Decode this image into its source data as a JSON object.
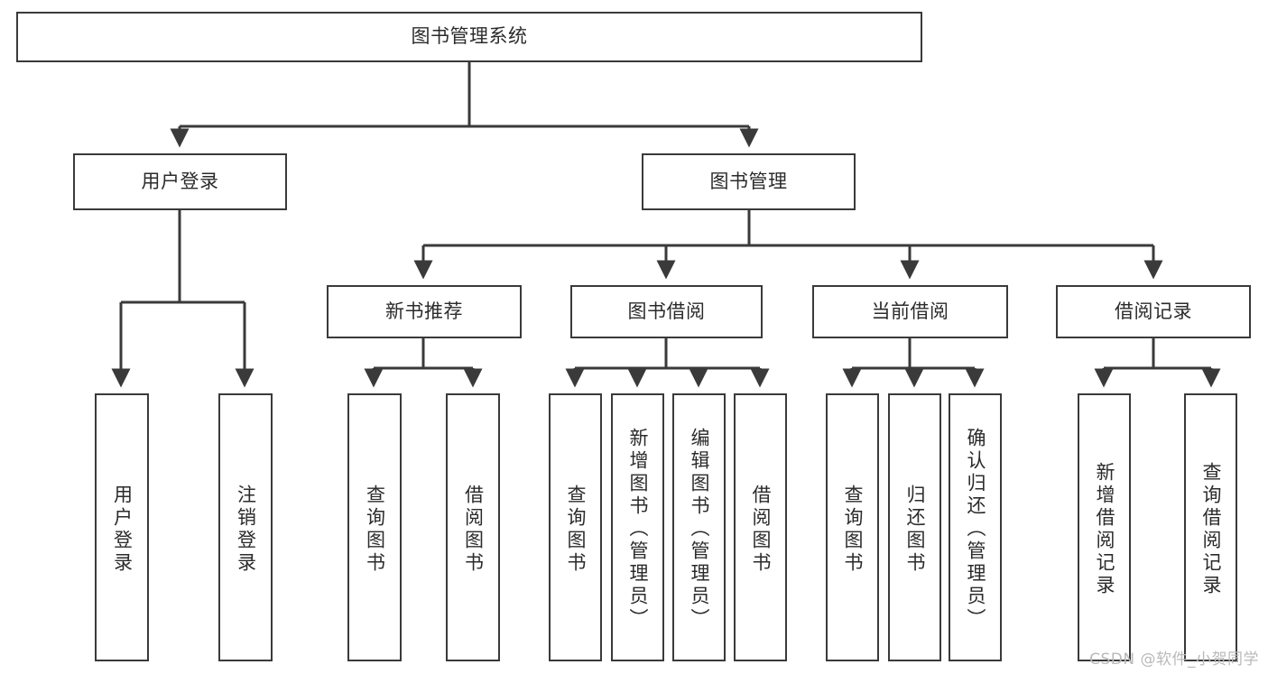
{
  "diagram": {
    "title_text": "图书管理系统",
    "type": "tree-hierarchy-chart",
    "stroke_color": "#3a3a3a",
    "text_color": "#2b2b2b",
    "background_color": "#ffffff",
    "root": {
      "label": "图书管理系统"
    },
    "level1": [
      {
        "label": "用户登录"
      },
      {
        "label": "图书管理"
      }
    ],
    "level2": [
      {
        "label": "新书推荐"
      },
      {
        "label": "图书借阅"
      },
      {
        "label": "当前借阅"
      },
      {
        "label": "借阅记录"
      }
    ],
    "leaves": {
      "user_login": [
        {
          "label": "用户登录"
        },
        {
          "label": "注销登录"
        }
      ],
      "new_book_recommend": [
        {
          "label": "查询图书"
        },
        {
          "label": "借阅图书"
        }
      ],
      "book_borrow": [
        {
          "label": "查询图书"
        },
        {
          "label": "新增图书（管理员）"
        },
        {
          "label": "编辑图书（管理员）"
        },
        {
          "label": "借阅图书"
        }
      ],
      "current_borrow": [
        {
          "label": "查询图书"
        },
        {
          "label": "归还图书"
        },
        {
          "label": "确认归还（管理员）"
        }
      ],
      "borrow_record": [
        {
          "label": "新增借阅记录"
        },
        {
          "label": "查询借阅记录"
        }
      ]
    }
  },
  "watermark": {
    "text": "CSDN @软件_小贺同学"
  }
}
